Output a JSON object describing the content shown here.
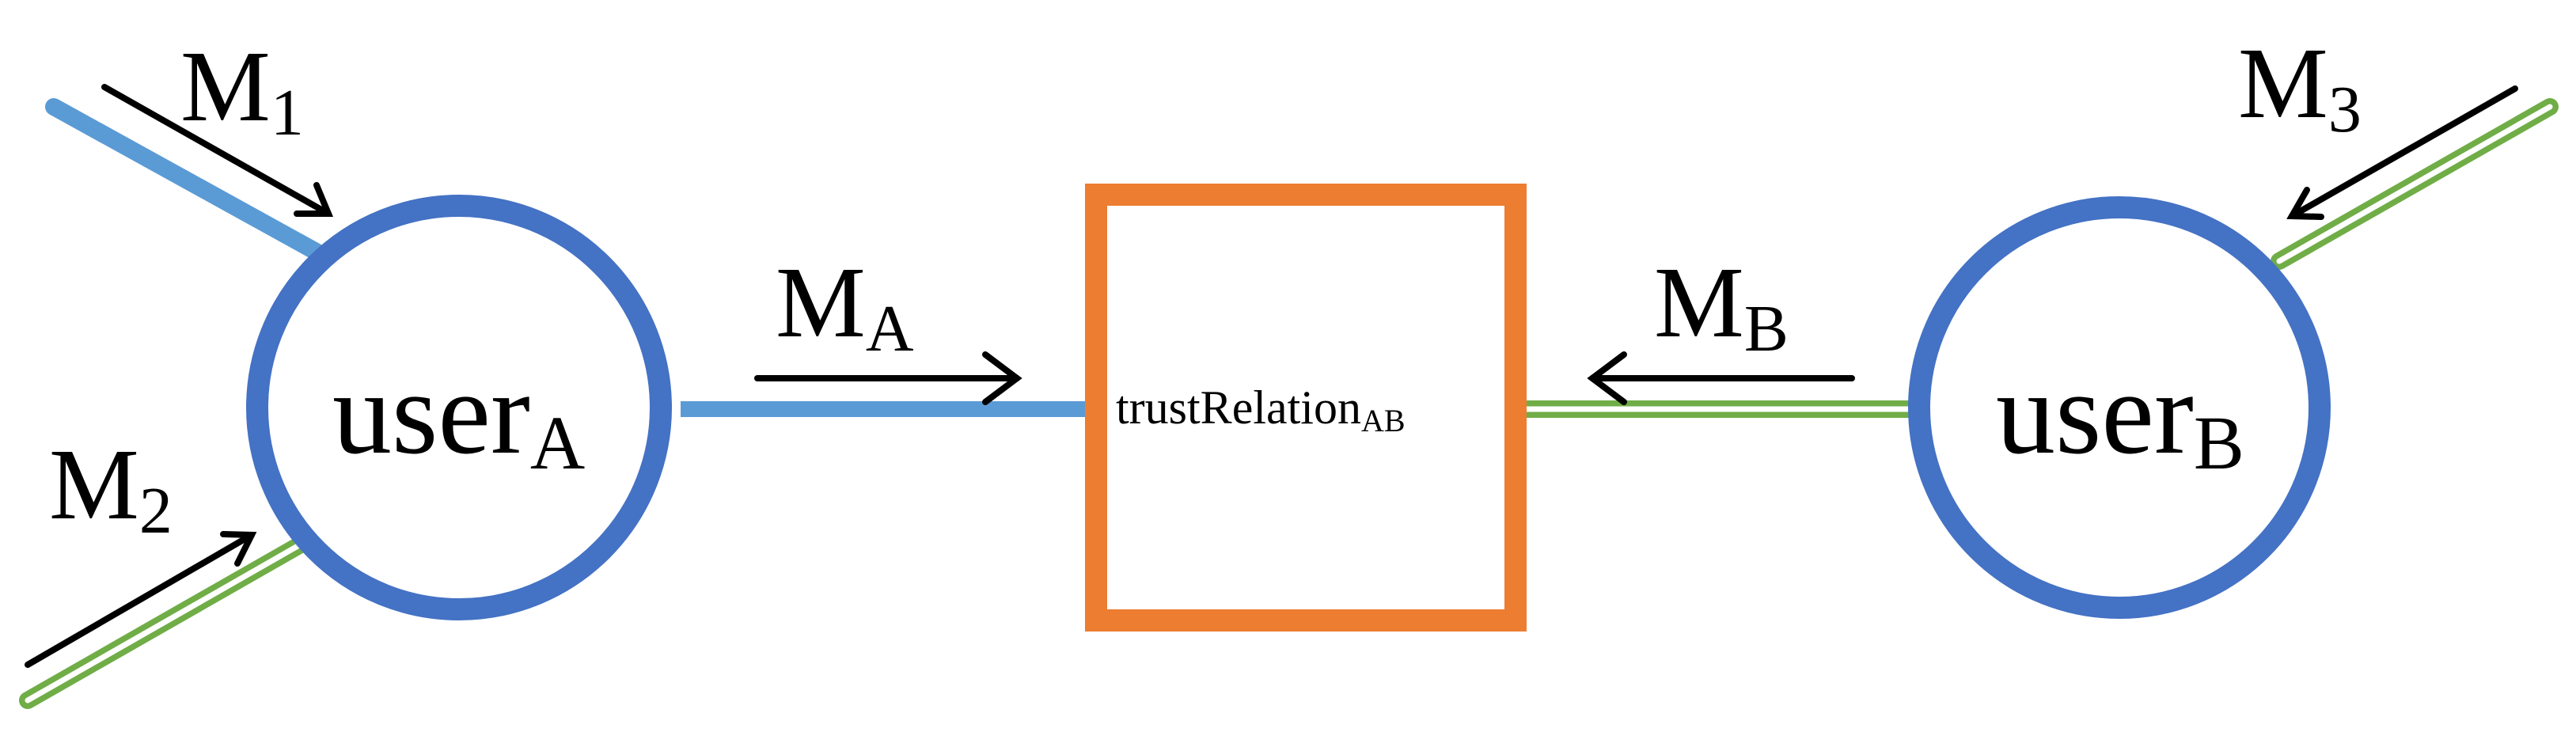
{
  "colors": {
    "node_stroke": "#4472C4",
    "box_stroke": "#ED7D31",
    "blue_edge": "#5B9BD5",
    "green_edge": "#70AD47",
    "arrow": "#000000"
  },
  "nodes": {
    "user_a": {
      "base": "user",
      "sub": "A"
    },
    "user_b": {
      "base": "user",
      "sub": "B"
    },
    "relation": {
      "base": "trustRelation",
      "sub": "AB"
    }
  },
  "messages": {
    "m1": {
      "base": "M",
      "sub": "1"
    },
    "m2": {
      "base": "M",
      "sub": "2"
    },
    "m3": {
      "base": "M",
      "sub": "3"
    },
    "ma": {
      "base": "M",
      "sub": "A"
    },
    "mb": {
      "base": "M",
      "sub": "B"
    }
  }
}
